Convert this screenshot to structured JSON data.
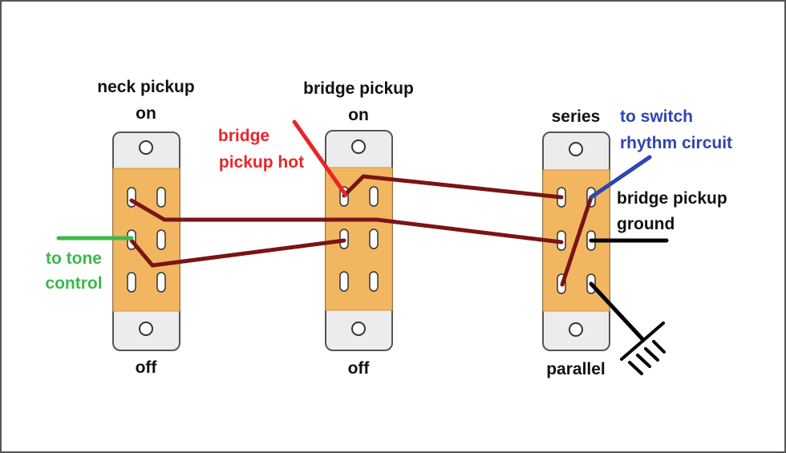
{
  "colors": {
    "frame": "#555555",
    "plate": "#ececec",
    "plate_border": "#555555",
    "lug_body": "#f2b661",
    "wire_dark_red": "#7a1414",
    "wire_red": "#e8262a",
    "wire_green": "#3cb94a",
    "wire_blue": "#2f45b0",
    "wire_black": "#000000",
    "label_black": "#111111",
    "label_red": "#e8262a",
    "label_green": "#3cb94a",
    "label_blue": "#2f45b0"
  },
  "switches": [
    {
      "id": "neck",
      "title": "neck pickup",
      "top_label": "on",
      "bottom_label": "off"
    },
    {
      "id": "bridge",
      "title": "bridge pickup",
      "top_label": "on",
      "bottom_label": "off"
    },
    {
      "id": "series",
      "title": "",
      "top_label": "series",
      "bottom_label": "parallel"
    }
  ],
  "annotations": {
    "bridge_pickup_hot": [
      "bridge",
      "pickup hot"
    ],
    "to_tone_control": [
      "to tone",
      "control"
    ],
    "to_switch_rhythm": [
      "to switch",
      "rhythm circuit"
    ],
    "bridge_pickup_ground": [
      "bridge pickup",
      "ground"
    ]
  },
  "icons": {
    "ground": "ground-symbol-icon",
    "mount_hole": "mounting-hole-icon"
  }
}
